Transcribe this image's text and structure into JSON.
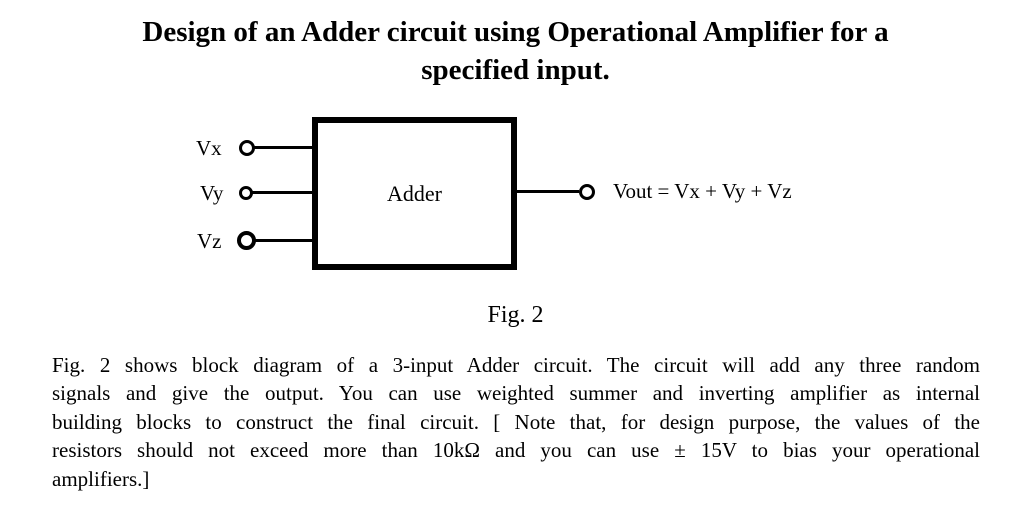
{
  "title": {
    "lines": [
      "Design of an Adder circuit using Operational Amplifier for a",
      "specified input."
    ]
  },
  "diagram": {
    "block_label": "Adder",
    "inputs": [
      {
        "label": "Vx"
      },
      {
        "label": "Vy"
      },
      {
        "label": "Vz"
      }
    ],
    "output": {
      "label": "Vout = Vx + Vy + Vz"
    }
  },
  "caption": "Fig. 2",
  "paragraph": {
    "lines": [
      "Fig. 2 shows block diagram of a 3-input Adder circuit. The circuit will add any three random",
      "signals and give the output. You can use weighted summer and inverting amplifier as internal",
      "building blocks to construct the final circuit. [ Note that, for design purpose, the values of the",
      "resistors should not exceed more than 10kΩ and you can use ± 15V to bias your operational",
      "amplifiers.]"
    ]
  },
  "colors": {
    "ink": "#000000",
    "background": "#ffffff"
  }
}
